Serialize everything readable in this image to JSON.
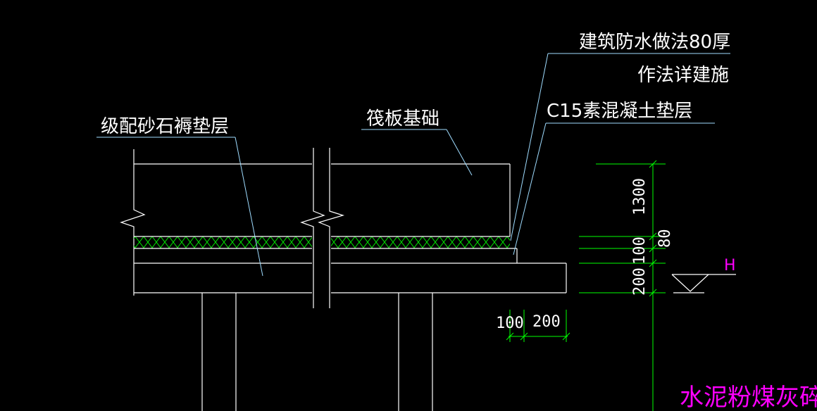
{
  "labels": {
    "waterproof_line1": "建筑防水做法80厚",
    "waterproof_line2": "作法详建施",
    "c15_cushion": "C15素混凝土垫层",
    "raft_foundation": "筏板基础",
    "gravel_cushion": "级配砂石褥垫层",
    "cement_flyash": "水泥粉煤灰碎石桩",
    "level_mark": "H"
  },
  "dimensions": {
    "h1300": "1300",
    "h80": "80",
    "h100": "100",
    "h200": "200",
    "w100": "100",
    "w200": "200"
  },
  "colors": {
    "background": "#000000",
    "outline": "#ffffff",
    "leader": "#9fdcff",
    "dimension": "#00ff00",
    "hatch": "#00e000",
    "pile_text": "#ff00ff",
    "level_text": "#ff00ff"
  }
}
